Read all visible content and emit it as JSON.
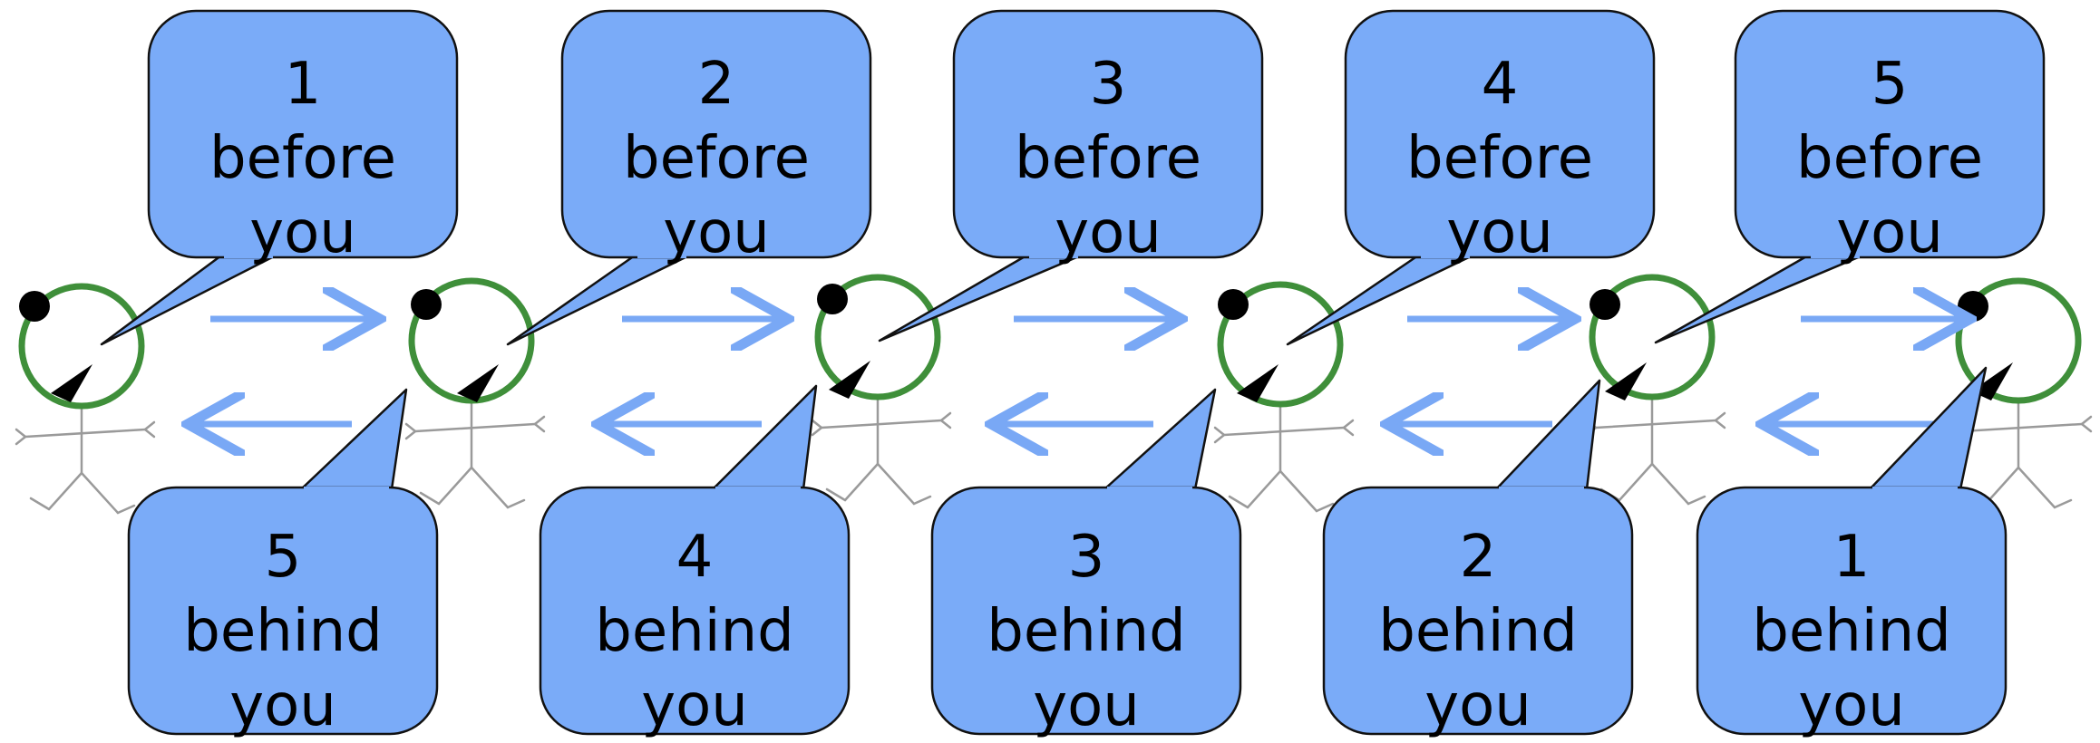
{
  "colors": {
    "bubble_fill": "#7aabf8",
    "bubble_stroke": "#111111",
    "head_ring": "#3f8f3a",
    "arrow": "#79a8f5",
    "stick": "#9a9a9a"
  },
  "people": [
    {
      "id": 1,
      "icon": "stick-figure-icon"
    },
    {
      "id": 2,
      "icon": "stick-figure-icon"
    },
    {
      "id": 3,
      "icon": "stick-figure-icon"
    },
    {
      "id": 4,
      "icon": "stick-figure-icon"
    },
    {
      "id": 5,
      "icon": "stick-figure-icon"
    },
    {
      "id": 6,
      "icon": "stick-figure-icon"
    }
  ],
  "top_bubbles": [
    {
      "number": "1",
      "word": "before",
      "tail": "you"
    },
    {
      "number": "2",
      "word": "before",
      "tail": "you"
    },
    {
      "number": "3",
      "word": "before",
      "tail": "you"
    },
    {
      "number": "4",
      "word": "before",
      "tail": "you"
    },
    {
      "number": "5",
      "word": "before",
      "tail": "you"
    }
  ],
  "bottom_bubbles": [
    {
      "number": "5",
      "word": "behind",
      "tail": "you"
    },
    {
      "number": "4",
      "word": "behind",
      "tail": "you"
    },
    {
      "number": "3",
      "word": "behind",
      "tail": "you"
    },
    {
      "number": "2",
      "word": "behind",
      "tail": "you"
    },
    {
      "number": "1",
      "word": "behind",
      "tail": "you"
    }
  ],
  "arrows": {
    "forward_icon": "arrow-right-icon",
    "backward_icon": "arrow-left-icon"
  }
}
